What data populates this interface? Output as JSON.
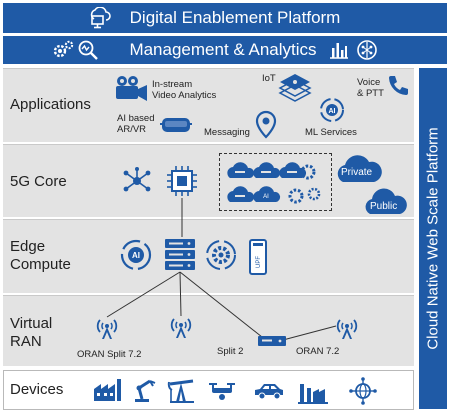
{
  "top_bars": {
    "digital": "Digital Enablement Platform",
    "management": "Management & Analytics"
  },
  "side_bar": "Cloud Native Web Scale Platform",
  "layers": {
    "applications": "Applications",
    "core": "5G Core",
    "edge_line1": "Edge",
    "edge_line2": "Compute",
    "ran_line1": "Virtual",
    "ran_line2": "RAN",
    "devices": "Devices"
  },
  "app_labels": {
    "instream_1": "In-stream",
    "instream_2": "Video Analytics",
    "ai_1": "AI based",
    "ai_2": "AR/VR",
    "messaging": "Messaging",
    "iot": "IoT",
    "ml": "ML Services",
    "voice_1": "Voice",
    "voice_2": "& PTT"
  },
  "core_labels": {
    "private": "Private",
    "public": "Public"
  },
  "edge_labels": {
    "ai": "AI",
    "upf": "UPF"
  },
  "ran_labels": {
    "split72_left": "ORAN Split 7.2",
    "split2": "Split 2",
    "split72_right": "ORAN 7.2"
  },
  "colors": {
    "primary": "#1f5aa6",
    "band": "#e3e3e3",
    "light": "#ffffff"
  },
  "icons": [
    "cloud-monitor-icon",
    "gears-icon",
    "search-analytics-icon",
    "bar-chart-icon",
    "brain-icon",
    "video-camera-icon",
    "vr-headset-icon",
    "location-pin-icon",
    "iot-cube-icon",
    "ml-services-icon",
    "phone-icon",
    "network-hub-icon",
    "chip-icon",
    "cloud-icon",
    "server-stack-icon",
    "upf-device-icon",
    "antenna-tower-icon",
    "factory-icon",
    "robot-arm-icon",
    "oil-pump-icon",
    "drone-icon",
    "car-icon",
    "plant-icon",
    "globe-network-icon"
  ]
}
